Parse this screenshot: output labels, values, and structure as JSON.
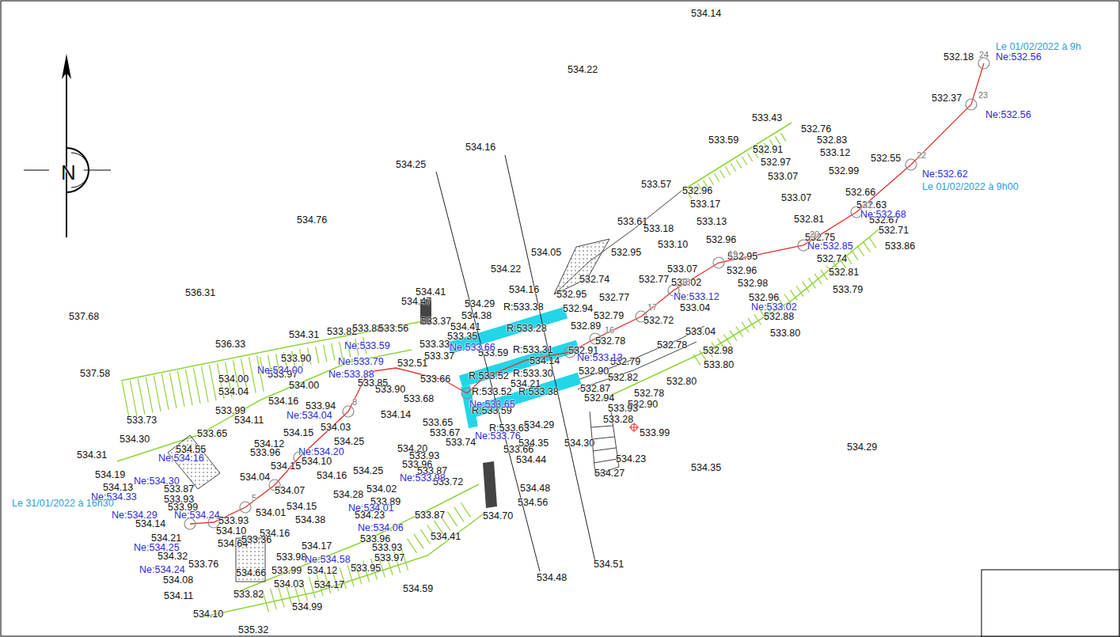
{
  "diagram": {
    "labels": [
      "534.14",
      "534.22",
      "534.25",
      "534.16",
      "534.76",
      "536.31",
      "537.68",
      "537.58",
      "536.33",
      "534.31",
      "533.82",
      "533.88",
      "533.56",
      "533.90",
      "534.00",
      "533.97",
      "534.00",
      "534.04",
      "533.99",
      "534.16",
      "533.94",
      "534.11",
      "533.73",
      "534.30",
      "534.31",
      "533.65",
      "534.55",
      "534.12",
      "533.96",
      "534.15",
      "534.03",
      "534.25",
      "534.10",
      "534.15",
      "534.04",
      "534.19",
      "534.13",
      "533.87",
      "533.93",
      "534.07",
      "534.16",
      "534.25",
      "534.28",
      "534.02",
      "533.89",
      "534.15",
      "534.38",
      "534.01",
      "533.93",
      "534.10",
      "534.16",
      "533.99",
      "534.14",
      "534.21",
      "534.32",
      "533.76",
      "534.08",
      "534.11",
      "534.10",
      "533.82",
      "535.32",
      "534.99",
      "534.64",
      "533.36",
      "534.17",
      "533.98",
      "534.66",
      "533.99",
      "534.12",
      "533.95",
      "534.03",
      "534.17",
      "534.59",
      "534.23",
      "533.96",
      "533.93",
      "533.97",
      "533.87",
      "534.41",
      "533.72",
      "534.48",
      "534.56",
      "534.70",
      "534.44",
      "533.66",
      "534.48",
      "534.51",
      "534.35",
      "534.30",
      "534.29",
      "533.67",
      "533.74",
      "534.20",
      "533.93",
      "533.96",
      "533.87",
      "534.14",
      "533.68",
      "533.65",
      "534.22",
      "534.05",
      "534.16",
      "534.29",
      "534.41",
      "534.47",
      "534.38",
      "534.41",
      "533.37",
      "533.35",
      "533.33",
      "533.37",
      "532.51",
      "533.66",
      "533.90",
      "533.85",
      "533.59",
      "R:533.38",
      "R:533.28",
      "R:533.31",
      "R:533.52",
      "R:533.30",
      "R:533.52",
      "R:533.38",
      "R:533.59",
      "R:533.63",
      "534.14",
      "534.21",
      "532.94",
      "532.95",
      "532.89",
      "532.74",
      "532.77",
      "532.79",
      "532.78",
      "532.91",
      "532.90",
      "532.87",
      "532.79",
      "532.82",
      "532.78",
      "532.94",
      "532.90",
      "533.93",
      "533.28",
      "532.80",
      "533.99",
      "534.23",
      "534.27",
      "534.35",
      "534.29",
      "532.72",
      "532.78",
      "533.04",
      "533.04",
      "533.02",
      "533.07",
      "532.77",
      "533.80",
      "532.98",
      "533.80",
      "532.88",
      "532.96",
      "532.98",
      "532.96",
      "532.95",
      "533.10",
      "532.96",
      "533.13",
      "533.18",
      "533.61",
      "532.95",
      "533.17",
      "532.96",
      "533.57",
      "533.59",
      "533.43",
      "532.91",
      "532.97",
      "533.07",
      "532.76",
      "532.83",
      "533.12",
      "532.99",
      "533.07",
      "532.81",
      "532.75",
      "532.74",
      "532.81",
      "533.79",
      "532.66",
      "532.63",
      "532.67",
      "532.71",
      "533.86",
      "532.55",
      "532.37",
      "532.18",
      "Ne:532.56",
      "Ne:532.56",
      "Ne:532.62",
      "Ne:532.68",
      "Ne:532.85",
      "Ne:533.02",
      "Ne:533.12",
      "Ne:533.13",
      "Ne:533.66",
      "Ne:533.59",
      "Ne:533.79",
      "Ne:534.00",
      "Ne:533.88",
      "Ne:534.04",
      "Ne:534.16",
      "Ne:534.20",
      "Ne:534.30",
      "Ne:534.33",
      "Ne:534.29",
      "Ne:534.24",
      "Ne:534.25",
      "Ne:534.24",
      "Ne:534.01",
      "Ne:534.06",
      "Ne:534.58",
      "Ne:533.98",
      "Ne:533.76",
      "Ne:533.65",
      "Le 01/02/2022 à 9h",
      "Le 01/02/2022 à 9h00",
      "Le 31/01/2022 à 16h30",
      "24",
      "23",
      "22",
      "21",
      "20",
      "19",
      "18",
      "17",
      "16",
      "8",
      "5",
      "N"
    ]
  }
}
